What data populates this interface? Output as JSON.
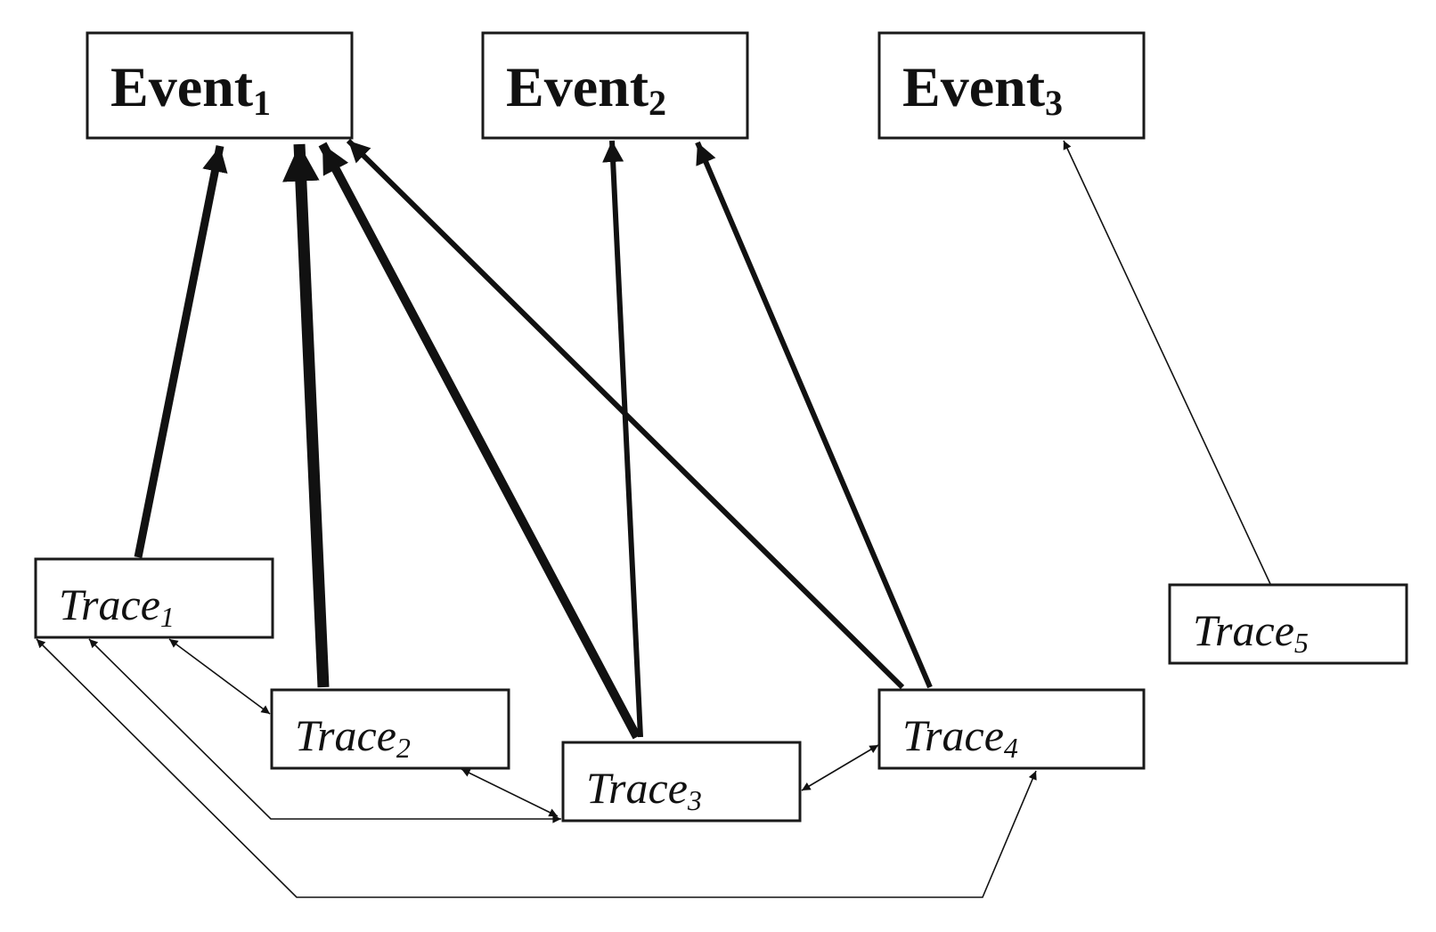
{
  "events": [
    {
      "id": "e1",
      "base": "Event",
      "sub": "1"
    },
    {
      "id": "e2",
      "base": "Event",
      "sub": "2"
    },
    {
      "id": "e3",
      "base": "Event",
      "sub": "3"
    }
  ],
  "traces": [
    {
      "id": "t1",
      "base": "Trace",
      "sub": "1"
    },
    {
      "id": "t2",
      "base": "Trace",
      "sub": "2"
    },
    {
      "id": "t3",
      "base": "Trace",
      "sub": "3"
    },
    {
      "id": "t4",
      "base": "Trace",
      "sub": "4"
    },
    {
      "id": "t5",
      "base": "Trace",
      "sub": "5"
    }
  ],
  "edges": [
    {
      "from": "Trace1",
      "to": "Event1",
      "weight": "heavy"
    },
    {
      "from": "Trace2",
      "to": "Event1",
      "weight": "heaviest"
    },
    {
      "from": "Trace3",
      "to": "Event1",
      "weight": "heavy"
    },
    {
      "from": "Trace4",
      "to": "Event1",
      "weight": "medium"
    },
    {
      "from": "Trace3",
      "to": "Event2",
      "weight": "medium"
    },
    {
      "from": "Trace4",
      "to": "Event2",
      "weight": "medium"
    },
    {
      "from": "Trace5",
      "to": "Event3",
      "weight": "light"
    },
    {
      "from": "Trace1",
      "to": "Trace2",
      "weight": "light",
      "bidirectional": true
    },
    {
      "from": "Trace2",
      "to": "Trace3",
      "weight": "light",
      "bidirectional": true
    },
    {
      "from": "Trace3",
      "to": "Trace4",
      "weight": "light",
      "bidirectional": true
    },
    {
      "from": "Trace1",
      "to": "Trace3",
      "weight": "light",
      "bidirectional": true
    },
    {
      "from": "Trace1",
      "to": "Trace4",
      "weight": "light",
      "bidirectional": true
    }
  ]
}
